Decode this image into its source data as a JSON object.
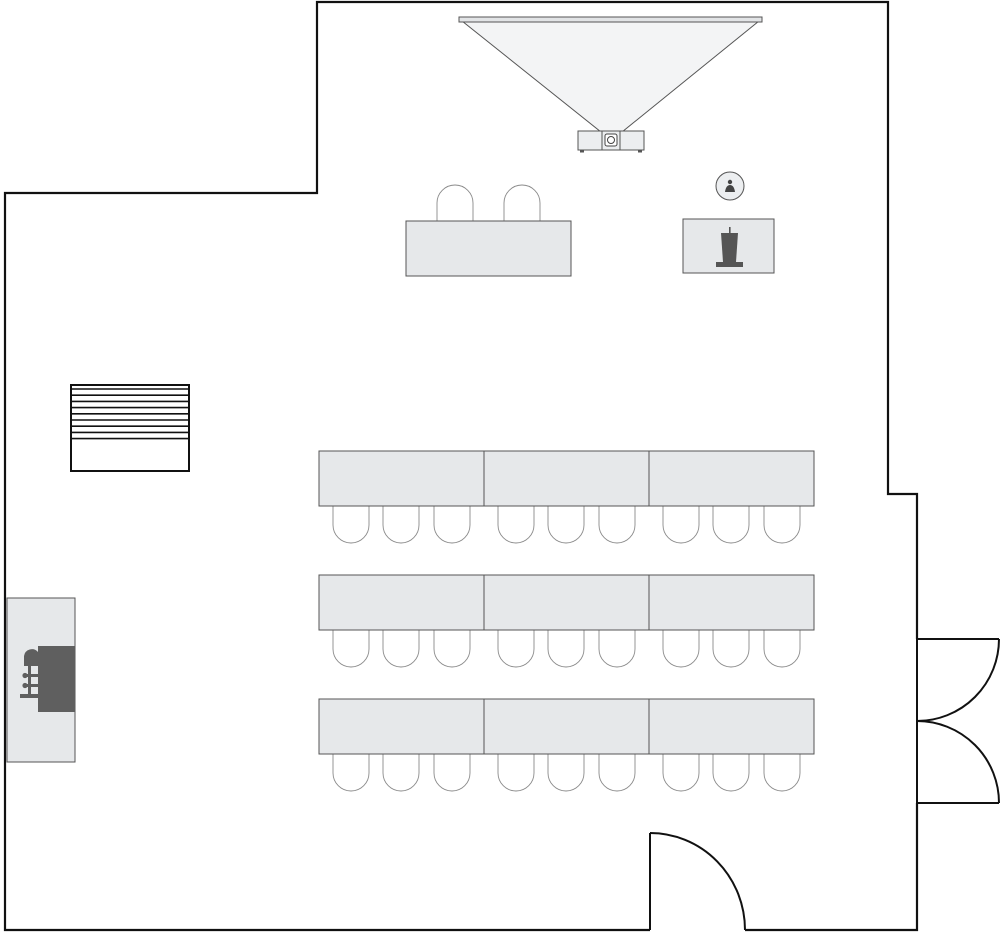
{
  "plan": {
    "furniture": {
      "projector_screen": "projector-screen",
      "projector": "projector-icon",
      "head_table_chairs": 2,
      "presenter": "presenter-icon",
      "podium": "podium-icon",
      "whiteboard": "whiteboard",
      "refreshment_station": "coffee-station-icon"
    },
    "seating": {
      "arrangement": "classroom",
      "rows": 3,
      "tables_per_row": 3,
      "chairs_per_table": 3
    },
    "doors": [
      "double-door-east",
      "single-door-south"
    ],
    "colors": {
      "wall": "#111111",
      "table_fill": "#e6e8ea",
      "table_stroke": "#555555",
      "chair_stroke": "#8a8a8a",
      "icon_gray": "#555555"
    }
  }
}
